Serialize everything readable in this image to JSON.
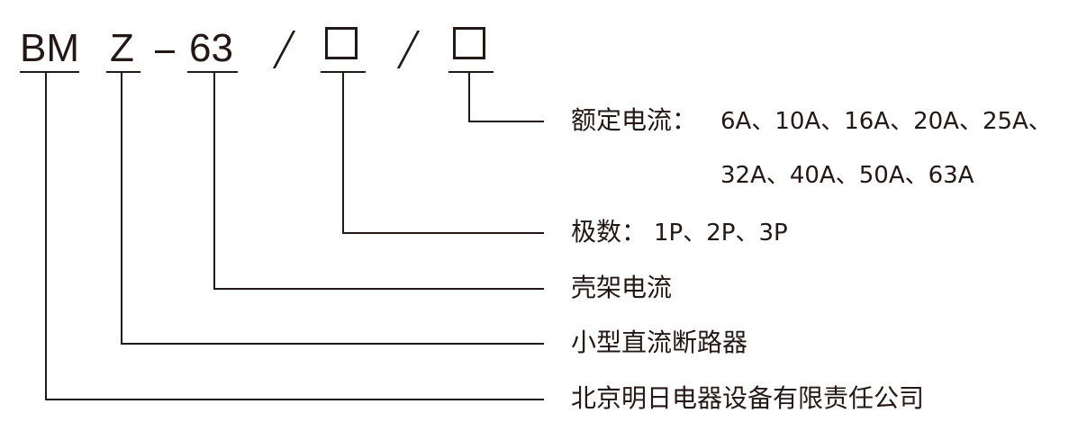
{
  "code": {
    "brand": "BM",
    "type": "Z",
    "frame": "63"
  },
  "rows": {
    "rated_current": {
      "label": "额定电流：",
      "values_line1": "6A、10A、16A、20A、25A、",
      "values_line2": "32A、40A、50A、63A"
    },
    "poles": {
      "label": "极数：",
      "values": "1P、2P、3P"
    },
    "frame_current": {
      "label": "壳架电流"
    },
    "product_type": {
      "label": "小型直流断路器"
    },
    "company": {
      "label": "北京明日电器设备有限责任公司"
    }
  }
}
